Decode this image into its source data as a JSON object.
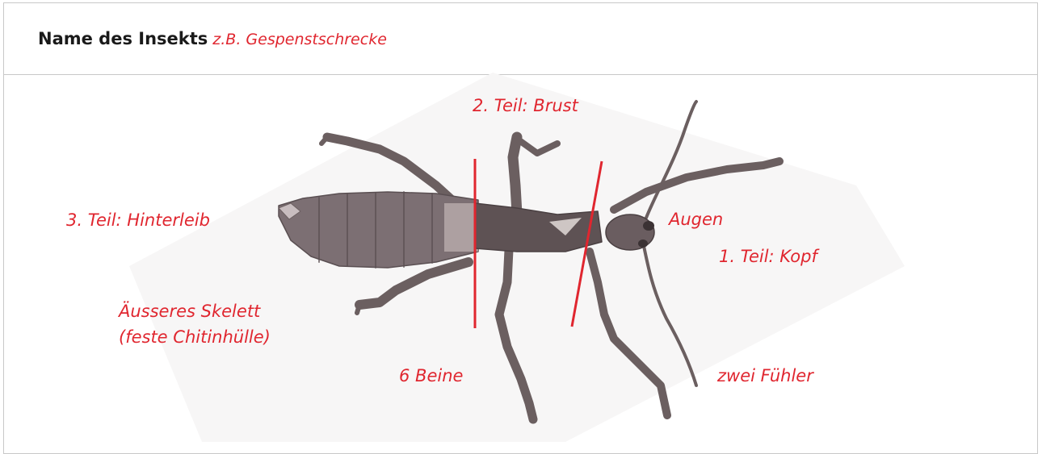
{
  "header": {
    "title": "Name des Insekts",
    "example": "z.B. Gespenstschrecke"
  },
  "labels": {
    "brust": "2. Teil: Brust",
    "hinterleib": "3. Teil: Hinterleib",
    "augen": "Augen",
    "kopf": "1. Teil: Kopf",
    "skelett_1": "Äusseres Skelett",
    "skelett_2": "(feste Chitinhülle)",
    "beine": "6 Beine",
    "fuehler": "zwei Fühler"
  },
  "colors": {
    "accent": "#e0262f",
    "title": "#1a1a1a",
    "insect": "#6e6266",
    "border": "#c8c8c8"
  }
}
